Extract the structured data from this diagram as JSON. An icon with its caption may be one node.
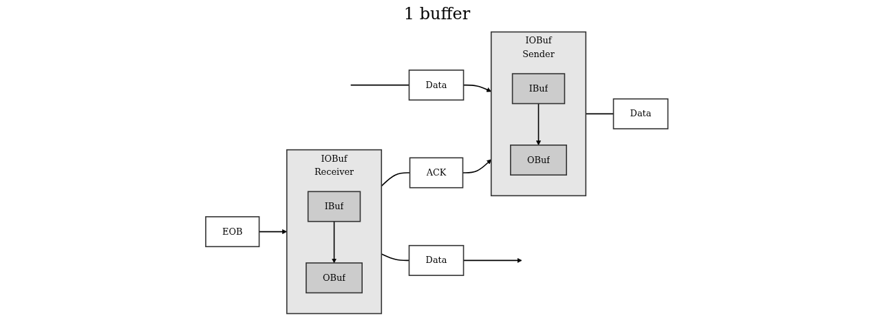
{
  "diagram": {
    "nodes": [
      {
        "text": [
          "IOBuf"
        ],
        "beside": [
          "Sender"
        ]
      },
      {
        "text": [
          "OBuf"
        ],
        "in": 0
      },
      {
        "text": [
          "IBuf"
        ],
        "in": 0
      },
      {
        "text": [
          "IOBuf"
        ],
        "beside": [
          "Receiver"
        ]
      },
      {
        "text": [
          "IBuf"
        ],
        "in": 3
      },
      {
        "text": [
          "OBuf"
        ],
        "in": 3
      },
      {
        "text": [
          "Data"
        ]
      },
      {
        "text": [
          "Data"
        ]
      },
      {
        "text": [
          "EOB"
        ]
      },
      {
        "text": [
          "Data"
        ]
      },
      {
        "text": [
          "ACK"
        ]
      }
    ],
    "edges": [
      {
        "from": null,
        "to": 6,
        "arrow": "none"
      },
      {
        "from": 6,
        "to": 0,
        "arrow": "to"
      },
      {
        "from": 0,
        "to": 7,
        "arrow": "none"
      },
      {
        "from": 8,
        "to": 3,
        "arrow": "to"
      },
      {
        "from": 3,
        "to": 9,
        "arrow": "none"
      },
      {
        "from": 9,
        "to": null,
        "arrow": "to"
      },
      {
        "from": 2,
        "to": 1,
        "arrow": "to"
      },
      {
        "from": 4,
        "to": 5,
        "arrow": "to"
      },
      {
        "from": 3,
        "to": 10,
        "arrow": "none"
      },
      {
        "from": 10,
        "to": 0,
        "arrow": "to"
      }
    ],
    "labels": [
      "1 buffer"
    ]
  }
}
